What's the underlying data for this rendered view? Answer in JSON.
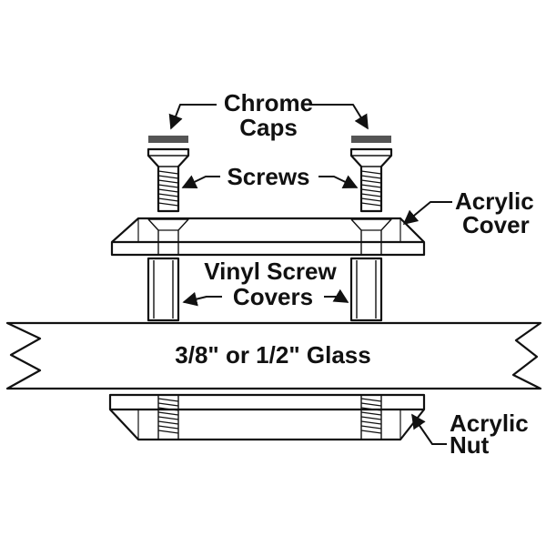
{
  "labels": {
    "chrome_caps": [
      "Chrome",
      "Caps"
    ],
    "screws": "Screws",
    "acrylic_cover": [
      "Acrylic",
      "Cover"
    ],
    "vinyl_screw_covers": [
      "Vinyl Screw",
      "Covers"
    ],
    "glass": "3/8\" or 1/2\" Glass",
    "acrylic_nut": [
      "Acrylic",
      "Nut"
    ]
  },
  "colors": {
    "line": "#111111",
    "cap": "#555555",
    "background": "#ffffff"
  }
}
